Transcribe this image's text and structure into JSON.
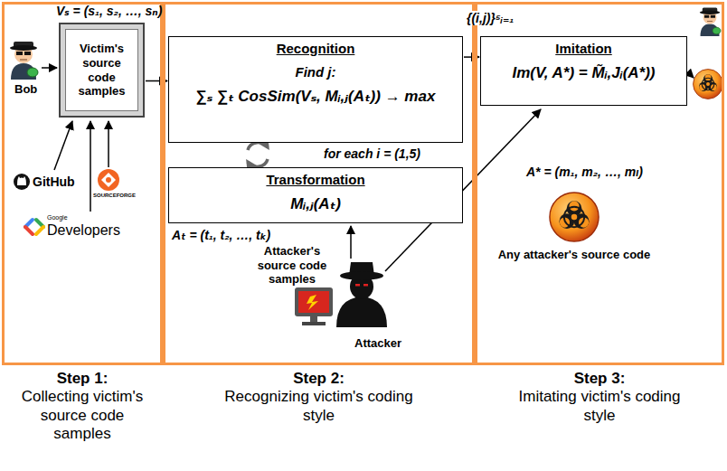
{
  "diagram": {
    "nodes": [
      {
        "text": [
          "Step 1:",
          "Collecting victim's source code samples"
        ]
      },
      {
        "text": [
          "Victim's source code samples"
        ],
        "in": 0
      },
      {
        "text": [
          "Step 2:",
          "Recognizing victim's coding style"
        ]
      },
      {
        "text": [
          "Recognition",
          "Find j:",
          "∑ₛ ∑ₜ CosSim(Vₛ, Mᵢ,ⱼ(Aₜ)) → max"
        ],
        "in": 2
      },
      {
        "text": [
          "Transformation",
          "Mᵢ,ⱼ(Aₜ)"
        ],
        "in": 2
      },
      {
        "text": [
          "Step 3:",
          "Imitating victim's coding style"
        ]
      },
      {
        "text": [
          "Imitation",
          "Im(V, A*) = M̃ᵢ,Jᵢ(A*))"
        ],
        "in": 5
      }
    ],
    "edges": [
      {
        "from": 1,
        "to": 3,
        "arrow": "to"
      },
      {
        "from": 3,
        "to": 6,
        "arrow": "to",
        "label": "{(i,j)}⁵ᵢ₌₁"
      }
    ],
    "labels": [
      "Vₛ = (s₁, s₂, …, sₙ)",
      "Bob",
      "GitHub",
      "SOURCEFORGE",
      "Google",
      "Developers",
      "for each i = (1,5)",
      "Aₜ = (t₁, t₂, …, tₖ)",
      "Attacker's source code samples",
      "Attacker",
      "A* = (m₁, m₂, …, mₗ)",
      "Any attacker's source code"
    ]
  }
}
